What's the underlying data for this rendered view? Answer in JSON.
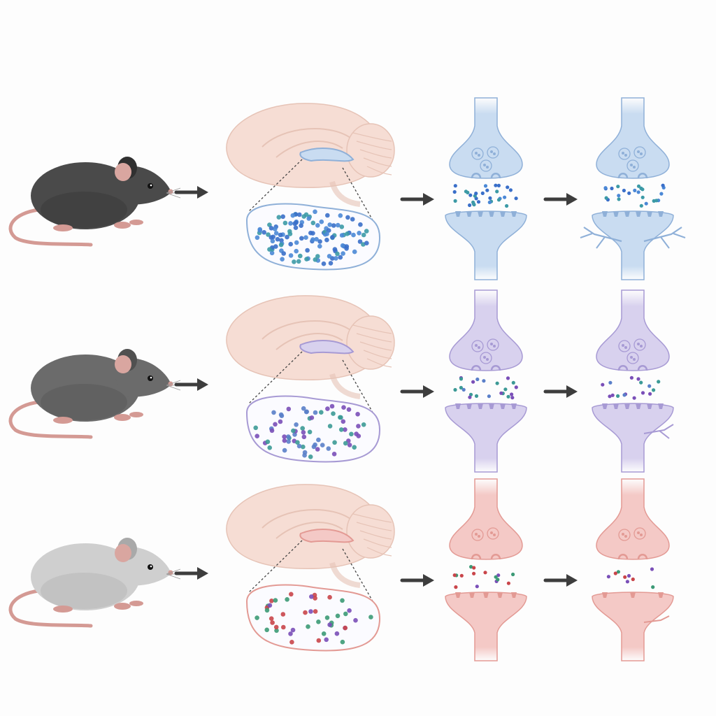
{
  "figure": {
    "background": "#fdfdfd",
    "arrow_color": "#3d3d3d",
    "brain_color": "#f6ddd4",
    "brain_outline": "#e6c3b6",
    "rows": [
      {
        "id": "row-1",
        "mouse_fur": "#4a4a4a",
        "mouse_fur_dark": "#303030",
        "theme": {
          "fill": "#c9dcf1",
          "stroke": "#8fb0d8",
          "dot_colors": [
            "#3a6fc9",
            "#4b88d6",
            "#3c9aa6"
          ]
        },
        "dot_density": "high",
        "stage4_vesicle_density": "high",
        "stage4_branching": "extensive"
      },
      {
        "id": "row-2",
        "mouse_fur": "#6b6b6b",
        "mouse_fur_dark": "#505050",
        "theme": {
          "fill": "#d8d1ee",
          "stroke": "#a79ad4",
          "dot_colors": [
            "#7a4fb8",
            "#5a7fc9",
            "#3c9a96"
          ]
        },
        "dot_density": "medium",
        "stage4_vesicle_density": "medium",
        "stage4_branching": "partial"
      },
      {
        "id": "row-3",
        "mouse_fur": "#cfcfcf",
        "mouse_fur_dark": "#a9a9a9",
        "theme": {
          "fill": "#f4c9c6",
          "stroke": "#e39a94",
          "dot_colors": [
            "#c9454a",
            "#7a4fb8",
            "#3c9a76"
          ]
        },
        "dot_density": "low",
        "stage4_vesicle_density": "low",
        "stage4_branching": "minimal"
      }
    ]
  }
}
